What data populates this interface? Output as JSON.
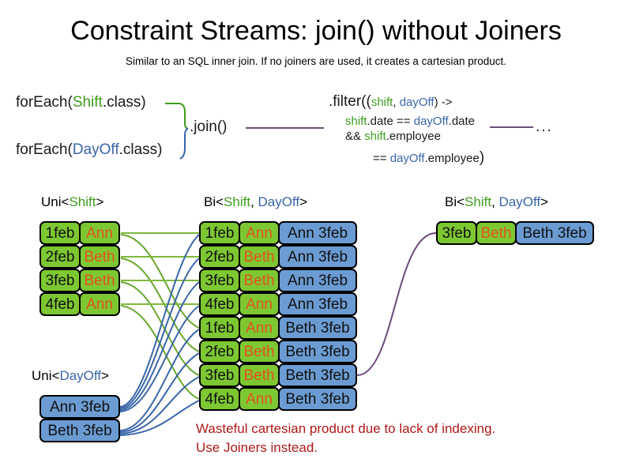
{
  "title": "Constraint Streams: join() without Joiners",
  "subtitle": "Similar to an SQL inner join. If no joiners are used, it creates a cartesian product.",
  "colors": {
    "shift_green": "#3f9c1e",
    "dayoff_blue": "#3a66a8",
    "box_green": "#7dc832",
    "box_blue": "#6b9bd2",
    "employee_orange": "#e2521d",
    "warning_red": "#b01818",
    "connector_purple": "#6b4c7a"
  },
  "code": {
    "for_each_shift": {
      "prefix": "forEach(",
      "type": "Shift",
      "suffix": ".class)"
    },
    "for_each_dayoff": {
      "prefix": "forEach(",
      "type": "DayOff",
      "suffix": ".class)"
    },
    "join_label": ".join()",
    "ellipsis": "...",
    "filter": {
      "line1": {
        "a": ".filter((",
        "shift": "shift",
        "comma": ", ",
        "dayoff": "dayOff",
        "b": ") ->"
      },
      "line2": {
        "shift": "shift",
        "a": ".date == ",
        "dayoff": "dayOff",
        "b": ".date"
      },
      "line3": {
        "a": "&& ",
        "shift": "shift",
        "b": ".employee"
      },
      "line4": {
        "a": "== ",
        "dayoff": "dayOff",
        "b": ".employee",
        "close": ")"
      }
    }
  },
  "columns": {
    "uni_shift": {
      "header": {
        "prefix": "Uni<",
        "type": "Shift",
        "suffix": ">"
      },
      "rows": [
        {
          "date": "1feb",
          "employee": "Ann"
        },
        {
          "date": "2feb",
          "employee": "Beth"
        },
        {
          "date": "3feb",
          "employee": "Beth"
        },
        {
          "date": "4feb",
          "employee": "Ann"
        }
      ]
    },
    "uni_dayoff": {
      "header": {
        "prefix": "Uni<",
        "type": "DayOff",
        "suffix": ">"
      },
      "rows": [
        {
          "label": "Ann 3feb"
        },
        {
          "label": "Beth 3feb"
        }
      ]
    },
    "bi_cartesian": {
      "header": {
        "prefix": "Bi<",
        "type1": "Shift",
        "comma": ", ",
        "type2": "DayOff",
        "suffix": ">"
      },
      "rows": [
        {
          "date": "1feb",
          "employee": "Ann",
          "dayoff": "Ann 3feb"
        },
        {
          "date": "2feb",
          "employee": "Beth",
          "dayoff": "Ann 3feb"
        },
        {
          "date": "3feb",
          "employee": "Beth",
          "dayoff": "Ann 3feb"
        },
        {
          "date": "4feb",
          "employee": "Ann",
          "dayoff": "Ann 3feb"
        },
        {
          "date": "1feb",
          "employee": "Ann",
          "dayoff": "Beth 3feb"
        },
        {
          "date": "2feb",
          "employee": "Beth",
          "dayoff": "Beth 3feb"
        },
        {
          "date": "3feb",
          "employee": "Beth",
          "dayoff": "Beth 3feb"
        },
        {
          "date": "4feb",
          "employee": "Ann",
          "dayoff": "Beth 3feb"
        }
      ]
    },
    "bi_filtered": {
      "header": {
        "prefix": "Bi<",
        "type1": "Shift",
        "comma": ", ",
        "type2": "DayOff",
        "suffix": ">"
      },
      "rows": [
        {
          "date": "3feb",
          "employee": "Beth",
          "dayoff": "Beth 3feb"
        }
      ]
    }
  },
  "warning": {
    "line1": "Wasteful cartesian product due to lack of indexing.",
    "line2": "Use Joiners instead."
  }
}
